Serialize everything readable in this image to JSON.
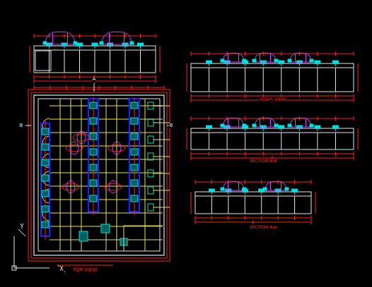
{
  "diagram": {
    "labels": [
      "TOP VIEW",
      "RIGHT VIEW",
      "SECTION B-B",
      "SECTION A-A",
      "A",
      "B",
      "B",
      "Y",
      "X"
    ]
  }
}
